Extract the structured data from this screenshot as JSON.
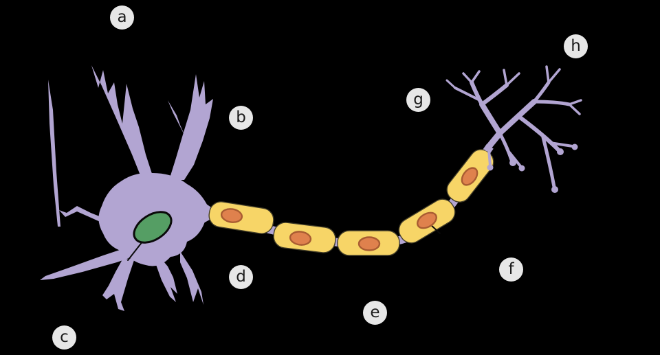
{
  "labels": [
    {
      "letter": "a"
    },
    {
      "letter": "b"
    },
    {
      "letter": "c"
    },
    {
      "letter": "d"
    },
    {
      "letter": "e"
    },
    {
      "letter": "f"
    },
    {
      "letter": "g"
    },
    {
      "letter": "h"
    }
  ],
  "colors": {
    "background": "#000000",
    "neuron_body": "#b2a5d2",
    "myelin": "#f7d567",
    "schwann_nucleus": "#df814d",
    "schwann_nucleus_outline": "#a85c32",
    "cell_nucleus": "#559e64",
    "label_circle": "#e7e7e7",
    "label_text": "#1b1b1b"
  }
}
